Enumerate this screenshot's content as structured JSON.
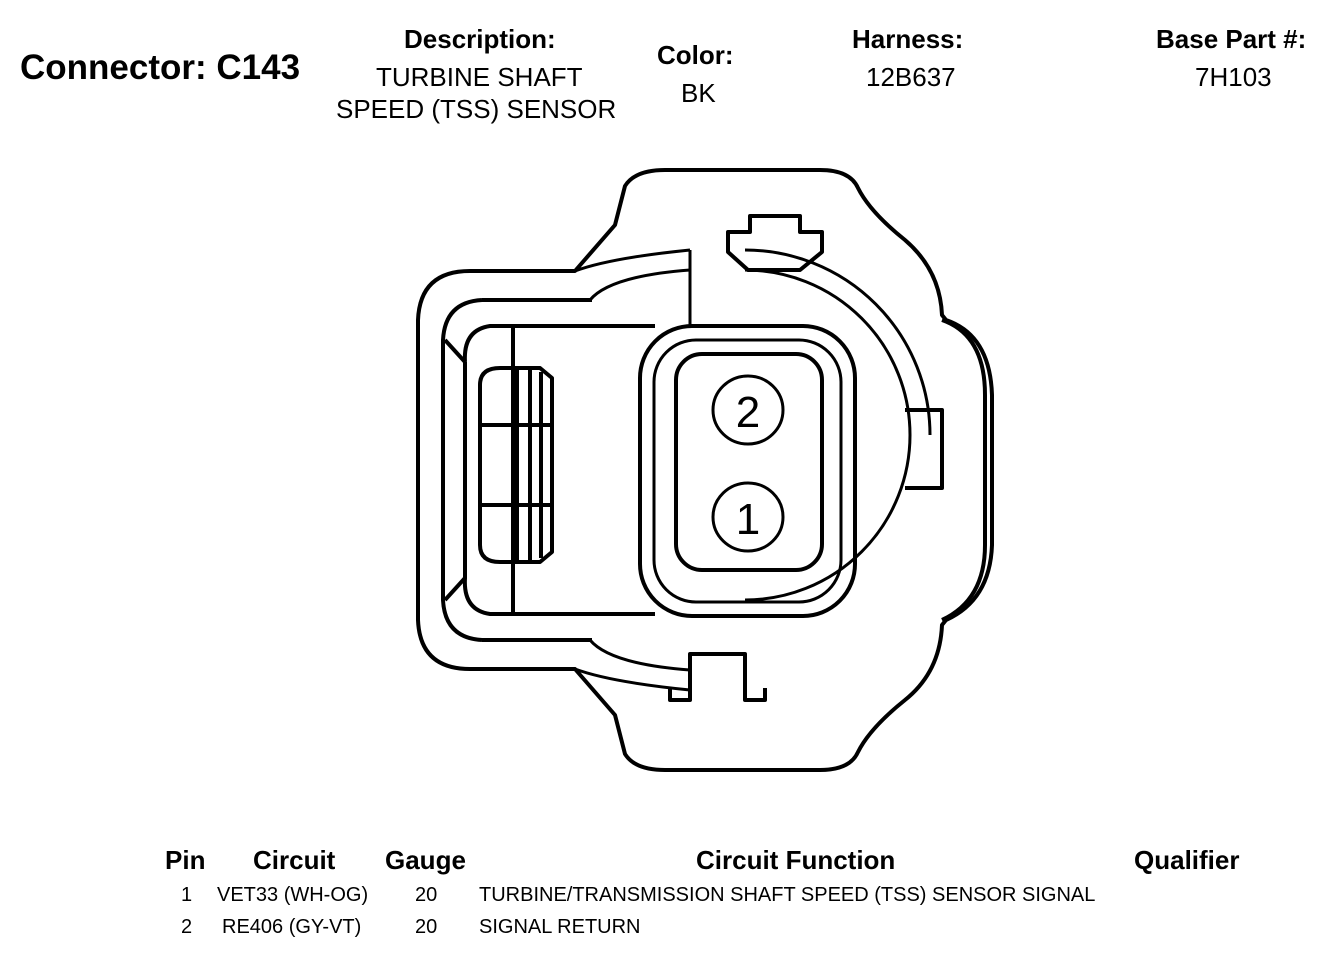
{
  "connector": {
    "label": "Connector: C143"
  },
  "description": {
    "label": "Description:",
    "line1": "TURBINE SHAFT",
    "line2": "SPEED (TSS) SENSOR"
  },
  "color": {
    "label": "Color:",
    "value": "BK"
  },
  "harness": {
    "label": "Harness:",
    "value": "12B637"
  },
  "base_part": {
    "label": "Base Part #:",
    "value": "7H103"
  },
  "pins": {
    "pin2": "2",
    "pin1": "1"
  },
  "table": {
    "headers": {
      "pin": "Pin",
      "circuit": "Circuit",
      "gauge": "Gauge",
      "function": "Circuit Function",
      "qualifier": "Qualifier"
    },
    "rows": [
      {
        "pin": "1",
        "circuit": "VET33 (WH-OG)",
        "gauge": "20",
        "function": "TURBINE/TRANSMISSION SHAFT SPEED (TSS) SENSOR SIGNAL",
        "qualifier": ""
      },
      {
        "pin": "2",
        "circuit": "RE406 (GY-VT)",
        "gauge": "20",
        "function": "SIGNAL RETURN",
        "qualifier": ""
      }
    ]
  }
}
